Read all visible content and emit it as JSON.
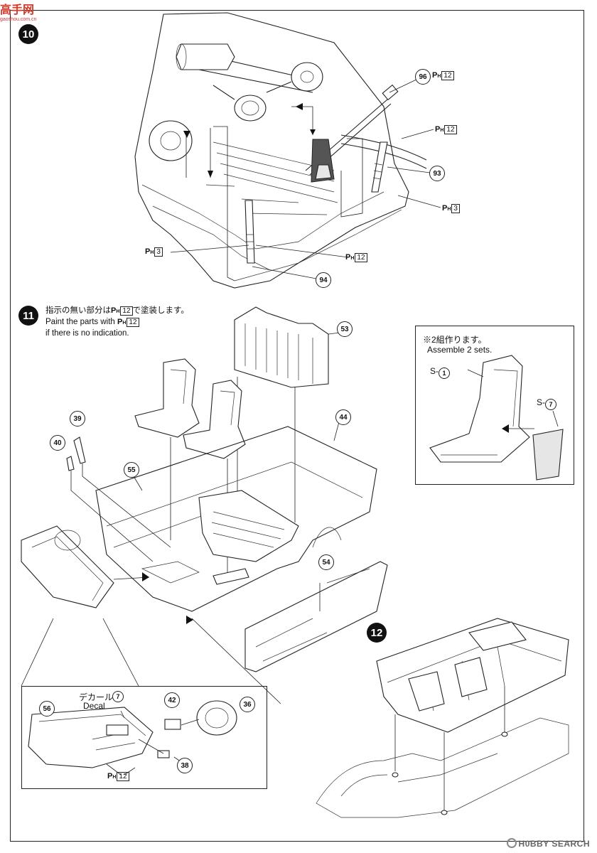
{
  "logo": {
    "text": "高手网",
    "sub": "gaoshou.com.cn"
  },
  "steps": {
    "s10": "10",
    "s11": "11",
    "s12": "12"
  },
  "paint": {
    "code": "P",
    "sub": "H"
  },
  "step10": {
    "parts": {
      "p96": "96",
      "p93": "93",
      "p94": "94"
    },
    "paint_codes": [
      "12",
      "12",
      "3",
      "3",
      "12"
    ]
  },
  "step11": {
    "note_jp_pre": "指示の無い部分は",
    "note_jp_post": "で塗装します。",
    "note_code": "12",
    "note_en_line1_pre": "Paint the parts with",
    "note_en_line1_code": "12",
    "note_en_line2": "if there is no indication.",
    "parts": {
      "p53": "53",
      "p44": "44",
      "p39": "39",
      "p40": "40",
      "p55": "55",
      "p54": "54"
    }
  },
  "inset_seat": {
    "jp": "※2組作ります。",
    "en": "Assemble 2 sets.",
    "s1_prefix": "S-",
    "s1_num": "1",
    "s7_prefix": "S-",
    "s7_num": "7"
  },
  "inset_dash": {
    "decal_jp": "デカール",
    "decal_en": "Decal",
    "decal_num": "7",
    "paint_code": "12",
    "parts": {
      "p56": "56",
      "p42": "42",
      "p36": "36",
      "p38": "38"
    }
  },
  "watermark": "H0BBY SEARCH"
}
